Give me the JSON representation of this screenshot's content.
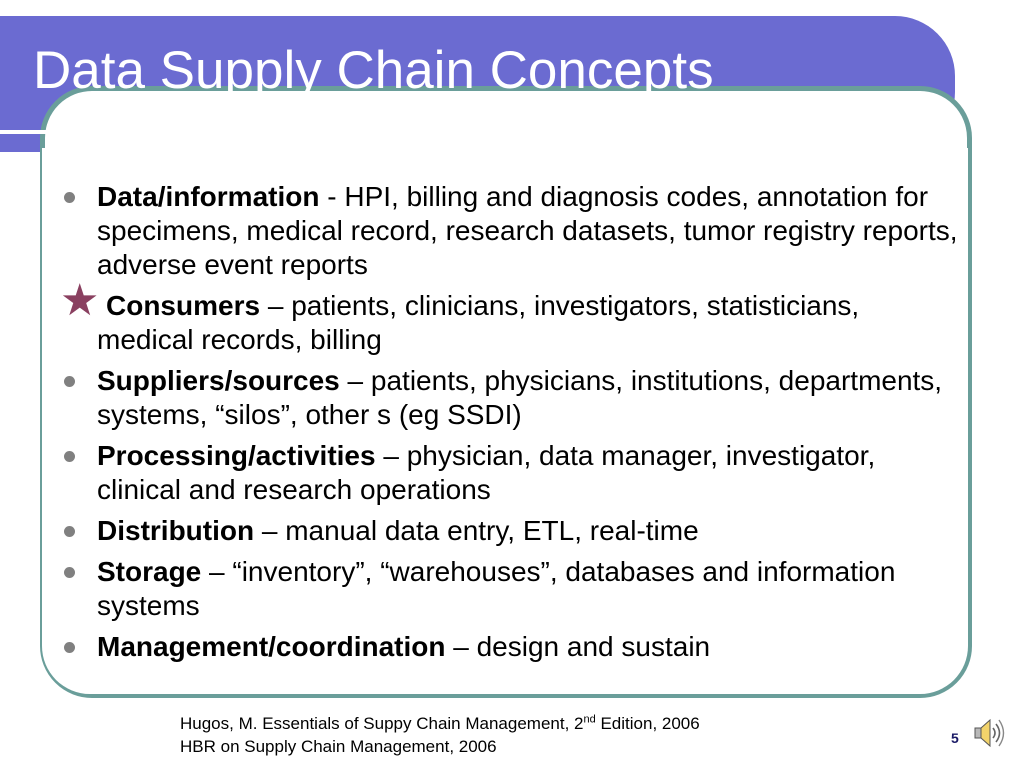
{
  "slide": {
    "title": "Data Supply Chain Concepts",
    "page_number": "5"
  },
  "bullets": [
    {
      "term": "Data/information",
      "separator": " - ",
      "text": "HPI, billing and diagnosis codes, annotation for specimens, medical record, research datasets, tumor registry reports, adverse event reports",
      "marker": "dot"
    },
    {
      "term": "Consumers",
      "separator": " – ",
      "text": "patients, clinicians, investigators, statisticians, medical records, billing",
      "marker": "star"
    },
    {
      "term": "Suppliers/sources",
      "separator": " – ",
      "text": "patients, physicians, institutions, departments, systems, “silos”, other s (eg SSDI)",
      "marker": "dot"
    },
    {
      "term": "Processing/activities",
      "separator": " – ",
      "text": "physician, data manager, investigator, clinical and research operations",
      "marker": "dot"
    },
    {
      "term": "Distribution",
      "separator": " – ",
      "text": "manual data entry, ETL, real-time",
      "marker": "dot"
    },
    {
      "term": "Storage",
      "separator": " – ",
      "text": "“inventory”, “warehouses”, databases and information systems",
      "marker": "dot"
    },
    {
      "term": "Management/coordination",
      "separator": " – ",
      "text": "design and sustain",
      "marker": "dot"
    }
  ],
  "footer": {
    "ref1_before": "Hugos, M. Essentials of Suppy Chain Management, 2",
    "ref1_sup": "nd",
    "ref1_after": " Edition, 2006",
    "ref2": "HBR on Supply Chain Management, 2006"
  },
  "icons": {
    "star": "★",
    "speaker": "speaker-icon"
  },
  "colors": {
    "title_bar": "#6b6bd1",
    "frame": "#6a9e9a",
    "bullet": "#808080",
    "star": "#8a4060",
    "page_number": "#1a1a66"
  }
}
